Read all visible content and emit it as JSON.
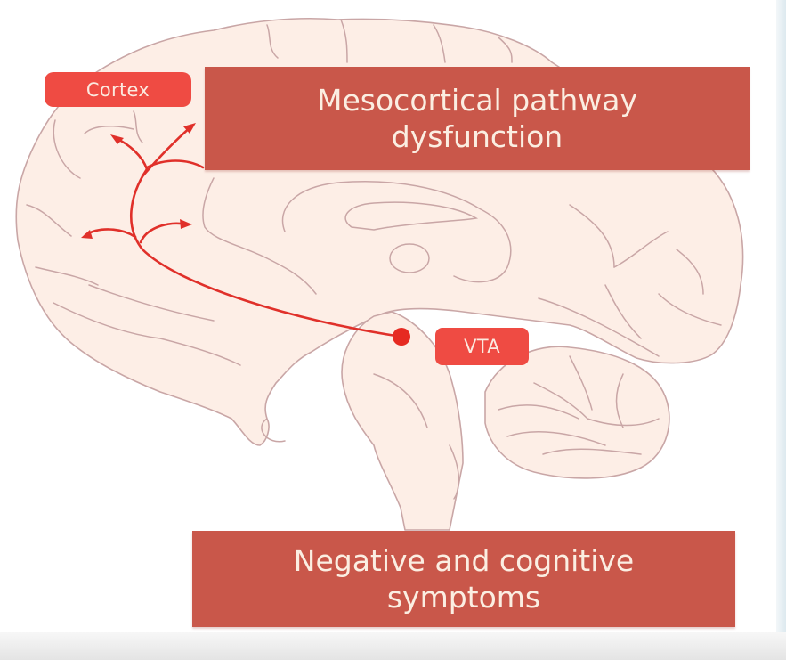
{
  "labels": {
    "cortex": "Cortex",
    "vta": "VTA"
  },
  "title_box": {
    "line1": "Mesocortical pathway",
    "line2": "dysfunction"
  },
  "bottom_box": {
    "line1": "Negative and cognitive",
    "line2": "symptoms"
  },
  "colors": {
    "box_fill": "#c9574a",
    "label_fill": "#ef4b43",
    "pathway": "#e0302a",
    "brain_fill": "#fdeee6",
    "brain_outline": "#c9a6a6"
  }
}
